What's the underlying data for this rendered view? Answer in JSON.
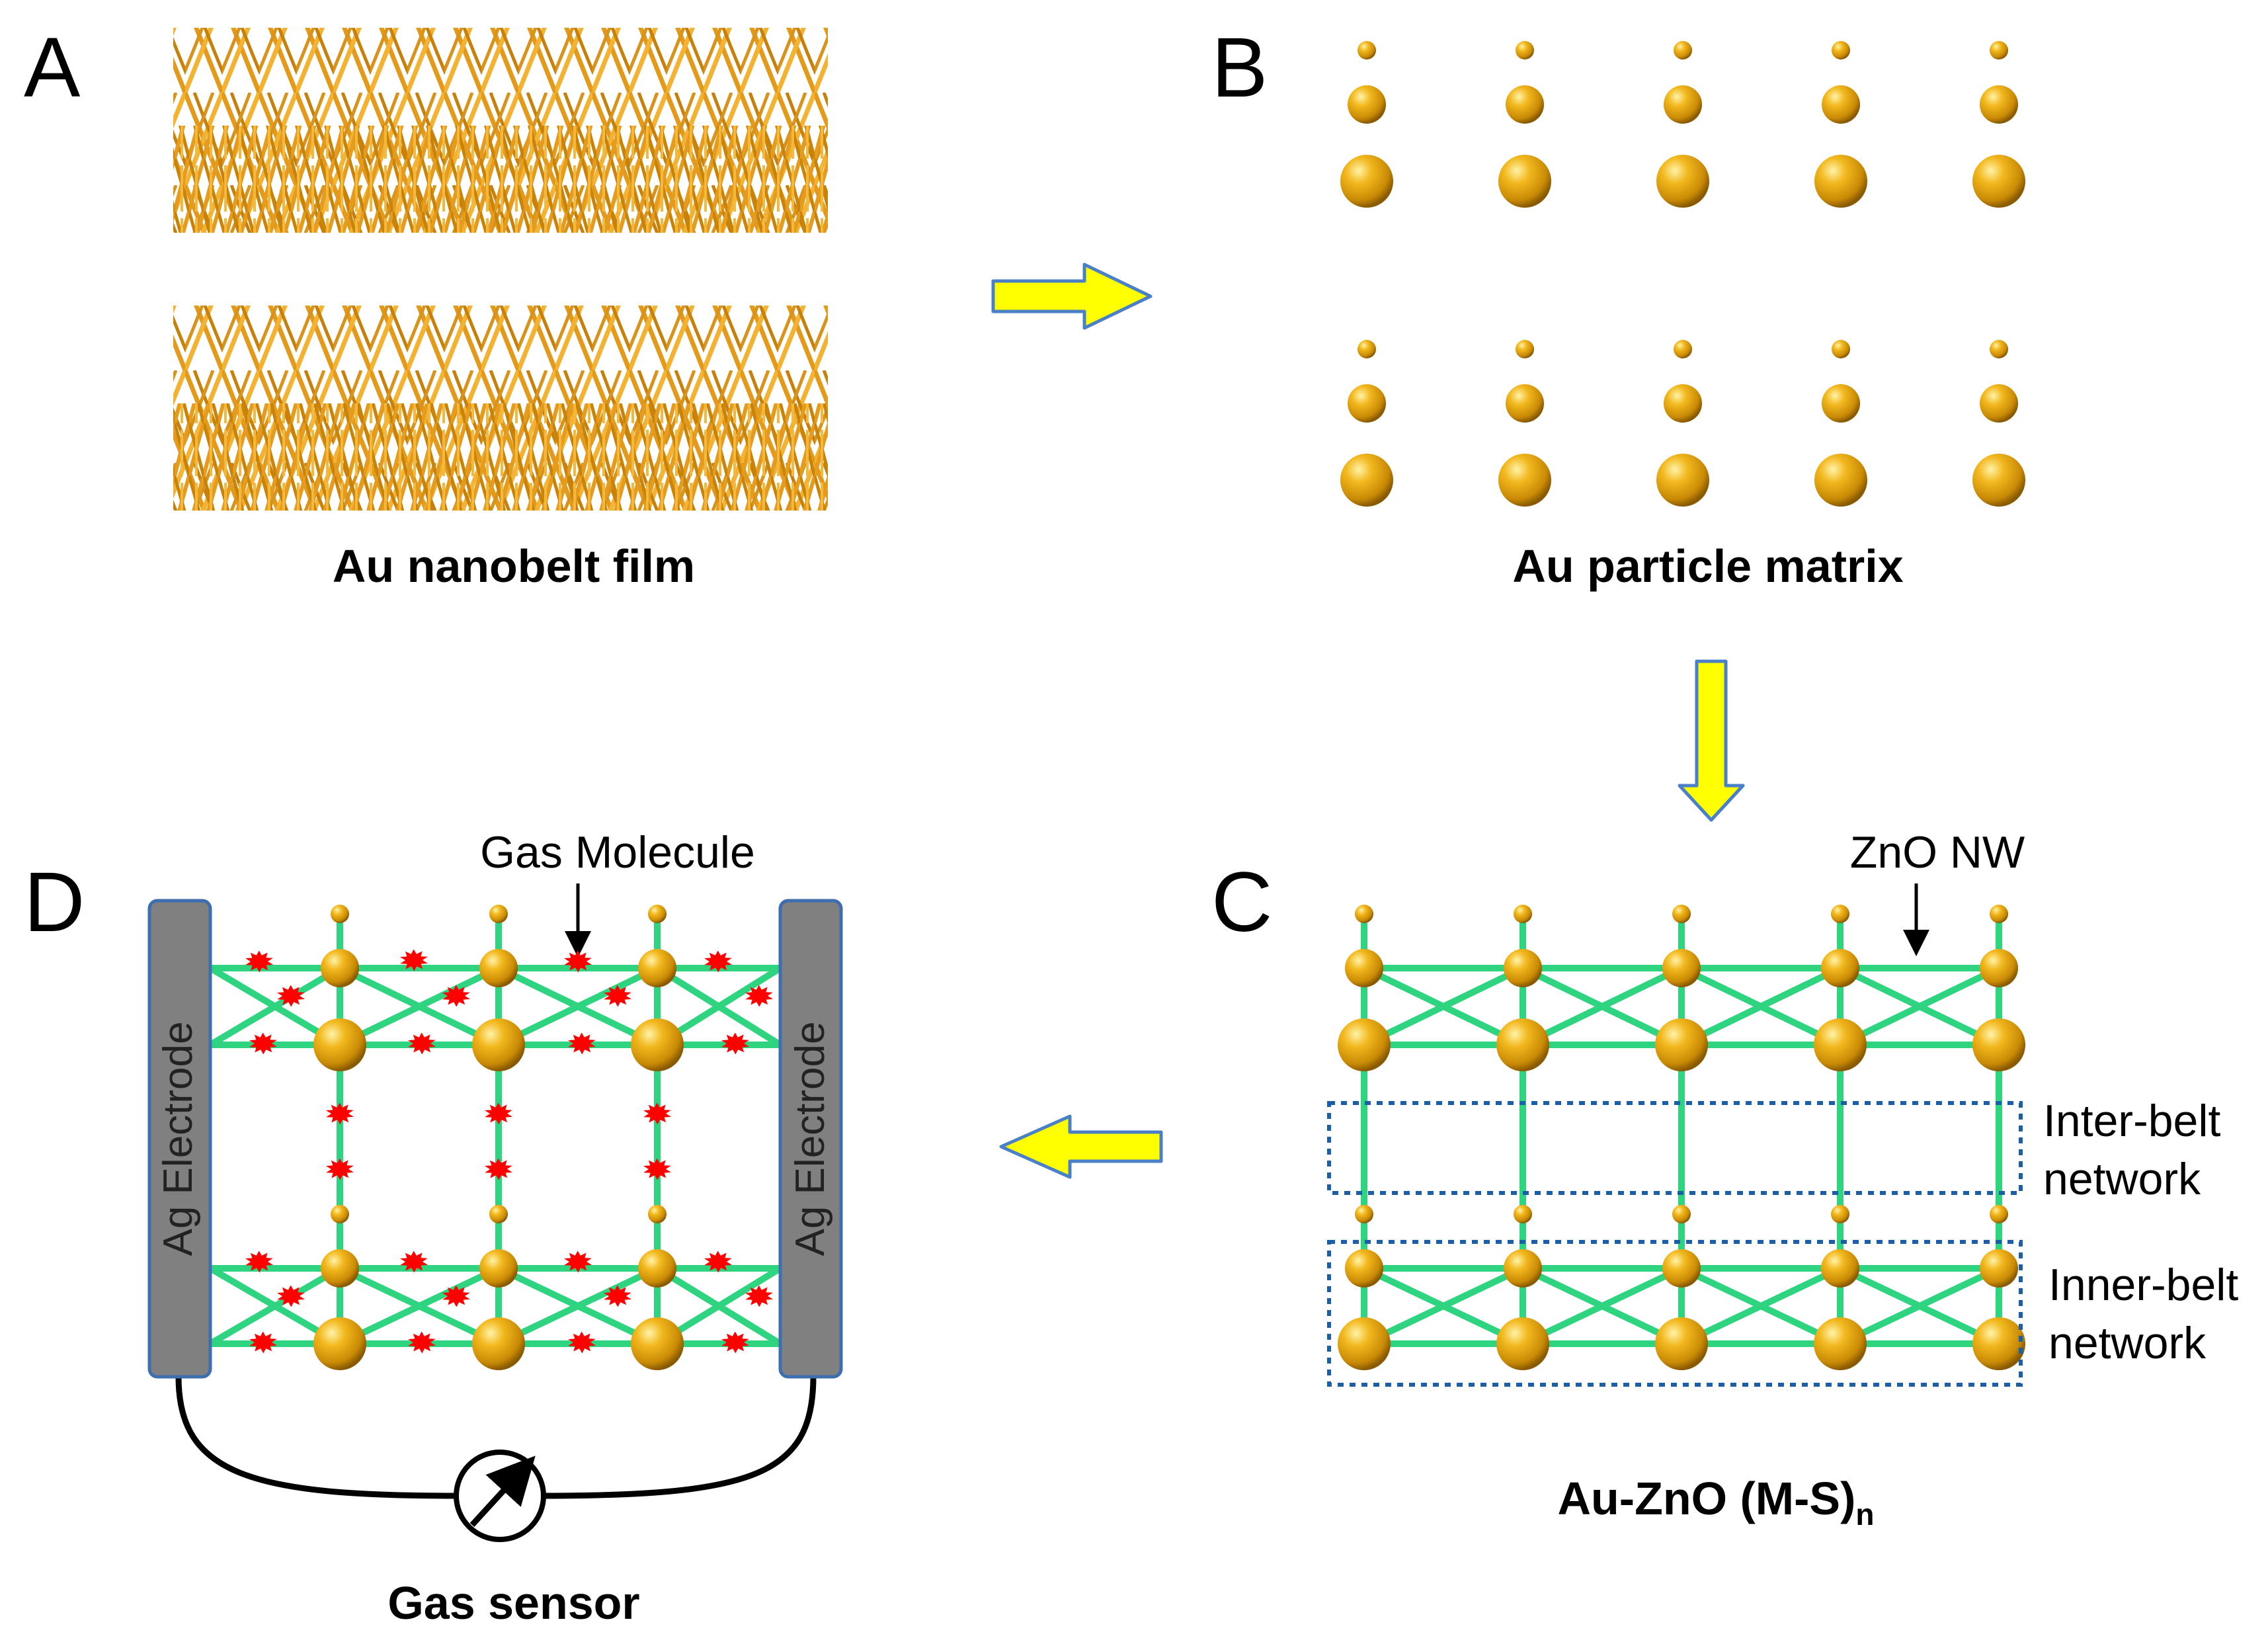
{
  "panels": {
    "a": "A",
    "b": "B",
    "c": "C",
    "d": "D"
  },
  "captions": {
    "a": "Au nanobelt film",
    "b": "Au particle matrix",
    "c_main": "Au-ZnO (M-S)",
    "c_sub": "n",
    "d": "Gas sensor"
  },
  "labels": {
    "zno_nw": "ZnO NW",
    "gas_molecule": "Gas Molecule",
    "inter_belt_1": "Inter-belt",
    "inter_belt_2": "network",
    "inner_belt_1": "Inner-belt",
    "inner_belt_2": "network",
    "electrode_left": "Ag Electrode",
    "electrode_right": "Ag Electrode"
  },
  "colors": {
    "gold": "#e0a010",
    "gold_light": "#ffe680",
    "gold_dark": "#8a5a00",
    "nanowire": "#2ed47f",
    "gas_molecule": "#ff0000",
    "arrow_fill": "#ffff00",
    "arrow_stroke": "#4a80c8",
    "electrode": "#808080",
    "dashed_box": "#1a5fa8"
  }
}
